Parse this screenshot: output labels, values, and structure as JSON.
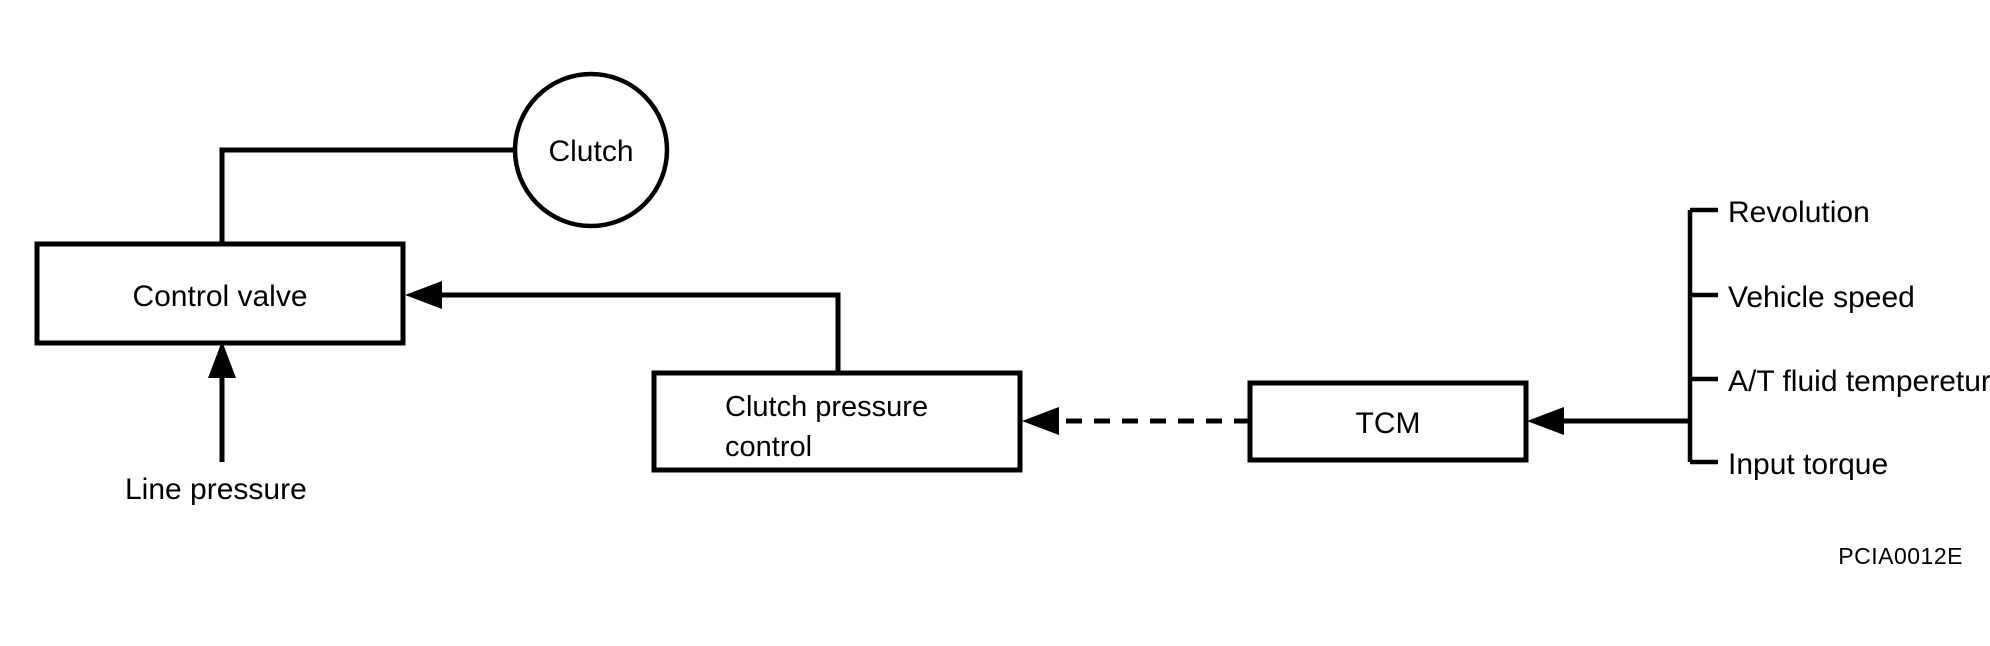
{
  "diagram": {
    "title_code": "PCIA0012E",
    "nodes": {
      "clutch": {
        "label": "Clutch",
        "shape": "circle"
      },
      "control_valve": {
        "label": "Control valve",
        "shape": "rectangle"
      },
      "clutch_pressure_control": {
        "label_line1": "Clutch pressure",
        "label_line2": "control",
        "shape": "rectangle"
      },
      "tcm": {
        "label": "TCM",
        "shape": "rectangle"
      }
    },
    "external_inputs": {
      "line_pressure": {
        "label": "Line pressure"
      },
      "sensor_inputs": [
        {
          "label": "Revolution"
        },
        {
          "label": "Vehicle speed"
        },
        {
          "label": "A/T fluid tempereture"
        },
        {
          "label": "Input torque"
        }
      ]
    },
    "connections": [
      {
        "from": "control_valve",
        "to": "clutch",
        "style": "solid",
        "arrow": "none"
      },
      {
        "from": "line_pressure",
        "to": "control_valve",
        "style": "solid",
        "arrow": "single"
      },
      {
        "from": "clutch_pressure_control",
        "to": "control_valve",
        "style": "solid",
        "arrow": "single"
      },
      {
        "from": "tcm",
        "to": "clutch_pressure_control",
        "style": "dashed",
        "arrow": "single"
      },
      {
        "from": "sensor_inputs",
        "to": "tcm",
        "style": "solid",
        "arrow": "single"
      }
    ],
    "colors": {
      "stroke": "#000000",
      "fill": "#ffffff",
      "text": "#000000"
    }
  }
}
